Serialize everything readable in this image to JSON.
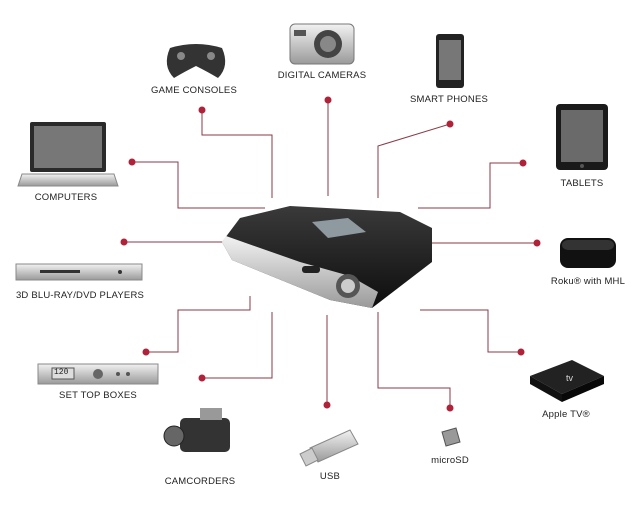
{
  "center_device": "projector",
  "accent_color": "#b0223a",
  "devices": [
    {
      "id": "game-consoles",
      "label": "GAME CONSOLES"
    },
    {
      "id": "digital-cameras",
      "label": "DIGITAL CAMERAS"
    },
    {
      "id": "smart-phones",
      "label": "SMART PHONES"
    },
    {
      "id": "tablets",
      "label": "TABLETS"
    },
    {
      "id": "computers",
      "label": "COMPUTERS"
    },
    {
      "id": "bluray",
      "label": "3D BLU-RAY/DVD PLAYERS"
    },
    {
      "id": "roku",
      "label": "Roku® with MHL"
    },
    {
      "id": "set-top-boxes",
      "label": "SET TOP BOXES"
    },
    {
      "id": "camcorders",
      "label": "CAMCORDERS"
    },
    {
      "id": "usb",
      "label": "USB"
    },
    {
      "id": "microsd",
      "label": "microSD"
    },
    {
      "id": "apple-tv",
      "label": "Apple TV®"
    }
  ],
  "set_top_display": "120"
}
